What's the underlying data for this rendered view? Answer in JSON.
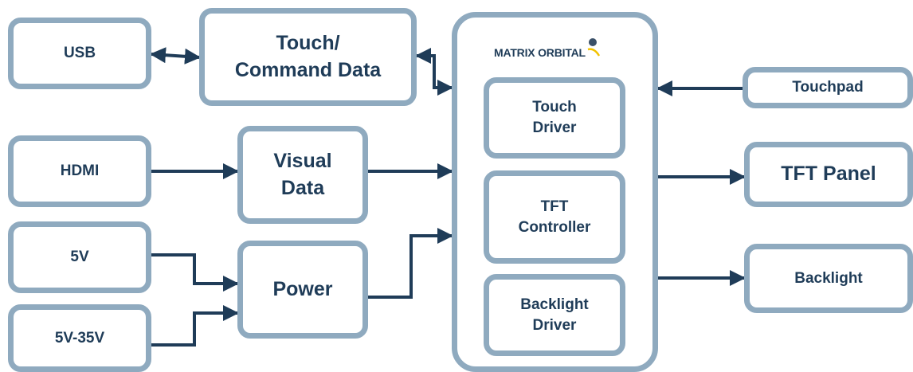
{
  "colors": {
    "box_border": "#8faabf",
    "text": "#1f3c58",
    "arrow": "#1f3c58",
    "logo_orb": "#3a5068",
    "logo_swoosh": "#f2c200"
  },
  "boxes": {
    "usb": "USB",
    "touch_command_line1": "Touch/",
    "touch_command_line2": "Command Data",
    "hdmi": "HDMI",
    "visual_line1": "Visual",
    "visual_line2": "Data",
    "v5": "5V",
    "power": "Power",
    "v5_35": "5V-35V",
    "touch_driver_line1": "Touch",
    "touch_driver_line2": "Driver",
    "tft_controller_line1": "TFT",
    "tft_controller_line2": "Controller",
    "backlight_driver_line1": "Backlight",
    "backlight_driver_line2": "Driver",
    "touchpad": "Touchpad",
    "tft_panel": "TFT Panel",
    "backlight": "Backlight"
  },
  "logo": {
    "text": "MATRIX ORBITAL"
  }
}
